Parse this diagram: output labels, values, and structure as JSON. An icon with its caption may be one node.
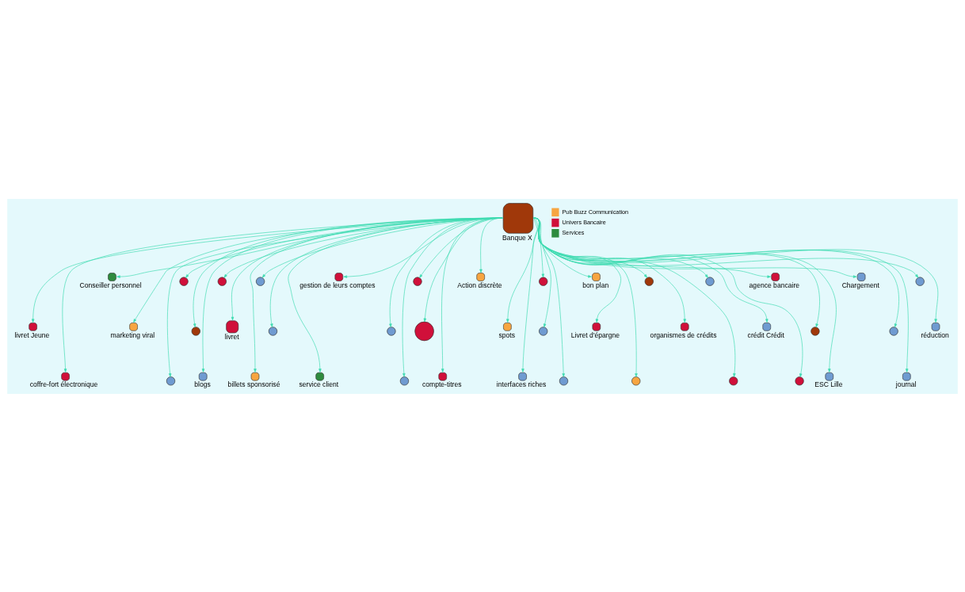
{
  "diagram": {
    "nodes": [
      {
        "text": [
          "Banque X"
        ]
      },
      {
        "text": [
          "livret Jeune"
        ]
      },
      {
        "text": [
          "coffre-fort électronique"
        ]
      },
      {
        "text": [
          "Conseiller personnel"
        ]
      },
      {
        "text": [
          "marketing viral"
        ]
      },
      {
        "text": [],
        "shape": "circle"
      },
      {
        "text": [],
        "shape": "circle"
      },
      {
        "text": [],
        "shape": "circle"
      },
      {
        "text": [
          "blogs"
        ]
      },
      {
        "text": [],
        "shape": "circle"
      },
      {
        "text": [
          "livret"
        ]
      },
      {
        "text": [
          "billets sponsorisé"
        ]
      },
      {
        "text": [],
        "shape": "circle"
      },
      {
        "text": [],
        "shape": "circle"
      },
      {
        "text": [
          "service client"
        ]
      },
      {
        "text": [
          "gestion de leurs comptes"
        ]
      },
      {
        "text": [],
        "shape": "circle"
      },
      {
        "text": [],
        "shape": "circle"
      },
      {
        "text": [],
        "shape": "circle"
      },
      {
        "text": [],
        "shape": "circle"
      },
      {
        "text": [
          "compte-titres"
        ]
      },
      {
        "text": [
          "Action discrète"
        ]
      },
      {
        "text": [
          "spots"
        ]
      },
      {
        "text": [
          "interfaces riches"
        ]
      },
      {
        "text": [],
        "shape": "circle"
      },
      {
        "text": [],
        "shape": "circle"
      },
      {
        "text": [],
        "shape": "circle"
      },
      {
        "text": [
          "bon plan"
        ]
      },
      {
        "text": [
          "Livret d'épargne"
        ]
      },
      {
        "text": [],
        "shape": "circle"
      },
      {
        "text": [],
        "shape": "circle"
      },
      {
        "text": [
          "organismes de crédits"
        ]
      },
      {
        "text": [],
        "shape": "circle"
      },
      {
        "text": [],
        "shape": "circle"
      },
      {
        "text": [
          "crédit Crédit"
        ]
      },
      {
        "text": [],
        "shape": "circle"
      },
      {
        "text": [
          "agence bancaire"
        ]
      },
      {
        "text": [],
        "shape": "circle"
      },
      {
        "text": [
          "ESC Lille"
        ]
      },
      {
        "text": [
          "Chargement"
        ]
      },
      {
        "text": [],
        "shape": "circle"
      },
      {
        "text": [
          "journal"
        ]
      },
      {
        "text": [],
        "shape": "circle"
      },
      {
        "text": [
          "réduction"
        ]
      }
    ],
    "edges": [
      {
        "from": 0,
        "to": 1,
        "arrow": "to"
      },
      {
        "from": 0,
        "to": 2,
        "arrow": "to"
      },
      {
        "from": 0,
        "to": 3,
        "arrow": "to"
      },
      {
        "from": 0,
        "to": 4,
        "arrow": "to"
      },
      {
        "from": 0,
        "to": 5,
        "arrow": "to"
      },
      {
        "from": 0,
        "to": 6,
        "arrow": "to"
      },
      {
        "from": 0,
        "to": 7,
        "arrow": "to"
      },
      {
        "from": 0,
        "to": 8,
        "arrow": "to"
      },
      {
        "from": 0,
        "to": 9,
        "arrow": "to"
      },
      {
        "from": 0,
        "to": 10,
        "arrow": "to"
      },
      {
        "from": 0,
        "to": 11,
        "arrow": "to"
      },
      {
        "from": 0,
        "to": 12,
        "arrow": "to"
      },
      {
        "from": 0,
        "to": 13,
        "arrow": "to"
      },
      {
        "from": 0,
        "to": 14,
        "arrow": "to"
      },
      {
        "from": 0,
        "to": 15,
        "arrow": "to"
      },
      {
        "from": 0,
        "to": 16,
        "arrow": "to"
      },
      {
        "from": 0,
        "to": 17,
        "arrow": "to"
      },
      {
        "from": 0,
        "to": 18,
        "arrow": "to"
      },
      {
        "from": 0,
        "to": 19,
        "arrow": "to"
      },
      {
        "from": 0,
        "to": 20,
        "arrow": "to"
      },
      {
        "from": 0,
        "to": 21,
        "arrow": "to"
      },
      {
        "from": 0,
        "to": 22,
        "arrow": "to"
      },
      {
        "from": 0,
        "to": 23,
        "arrow": "to"
      },
      {
        "from": 0,
        "to": 24,
        "arrow": "to"
      },
      {
        "from": 0,
        "to": 25,
        "arrow": "to"
      },
      {
        "from": 0,
        "to": 26,
        "arrow": "to"
      },
      {
        "from": 0,
        "to": 27,
        "arrow": "to"
      },
      {
        "from": 0,
        "to": 28,
        "arrow": "to"
      },
      {
        "from": 0,
        "to": 29,
        "arrow": "to"
      },
      {
        "from": 0,
        "to": 30,
        "arrow": "to"
      },
      {
        "from": 0,
        "to": 31,
        "arrow": "to"
      },
      {
        "from": 0,
        "to": 32,
        "arrow": "to"
      },
      {
        "from": 0,
        "to": 33,
        "arrow": "to"
      },
      {
        "from": 0,
        "to": 34,
        "arrow": "to"
      },
      {
        "from": 0,
        "to": 35,
        "arrow": "to"
      },
      {
        "from": 0,
        "to": 36,
        "arrow": "to"
      },
      {
        "from": 0,
        "to": 37,
        "arrow": "to"
      },
      {
        "from": 0,
        "to": 38,
        "arrow": "to"
      },
      {
        "from": 0,
        "to": 39,
        "arrow": "to"
      },
      {
        "from": 0,
        "to": 40,
        "arrow": "to"
      },
      {
        "from": 0,
        "to": 41,
        "arrow": "to"
      },
      {
        "from": 0,
        "to": 42,
        "arrow": "to"
      },
      {
        "from": 0,
        "to": 43,
        "arrow": "to"
      }
    ],
    "legend": [
      {
        "text": "Pub Buzz Communication",
        "color": "#f7a541"
      },
      {
        "text": "Univers Bancaire",
        "color": "#d0103a"
      },
      {
        "text": "Services",
        "color": "#2e8b3e"
      }
    ]
  }
}
